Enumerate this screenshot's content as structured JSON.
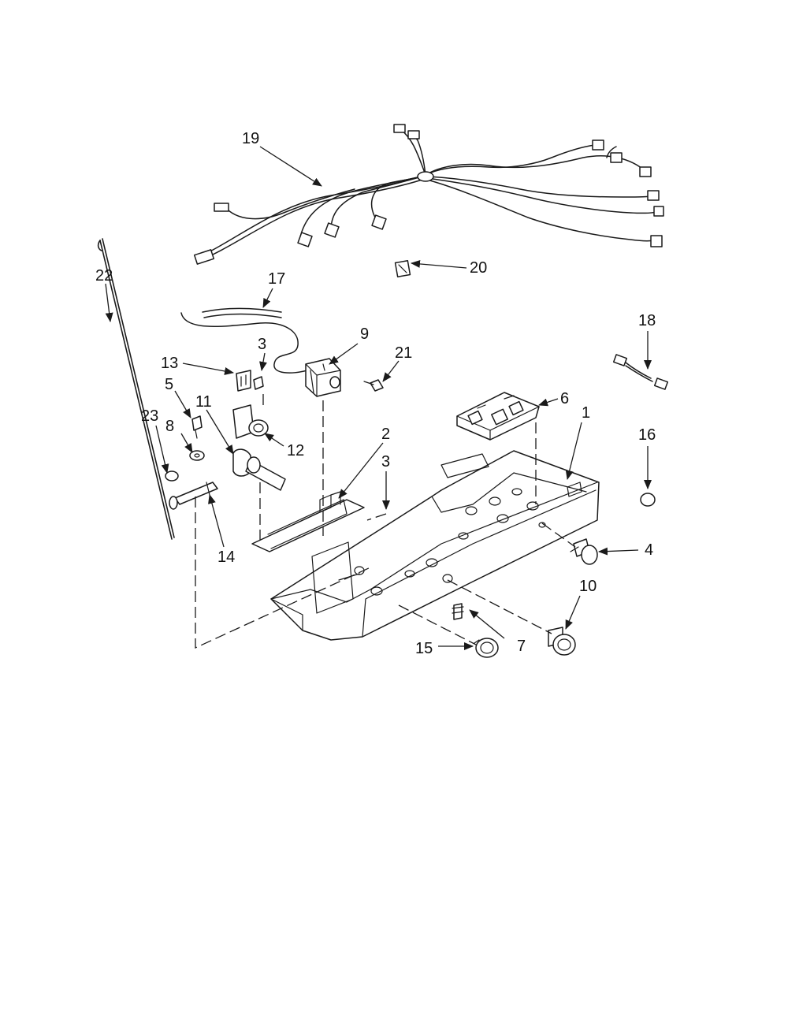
{
  "part_callouts": [
    "1",
    "2",
    "3",
    "3",
    "4",
    "5",
    "6",
    "7",
    "8",
    "9",
    "10",
    "11",
    "12",
    "13",
    "14",
    "15",
    "16",
    "17",
    "18",
    "19",
    "20",
    "21",
    "22",
    "23"
  ],
  "colors": {
    "line": "#1a1a1a",
    "background": "#ffffff"
  }
}
